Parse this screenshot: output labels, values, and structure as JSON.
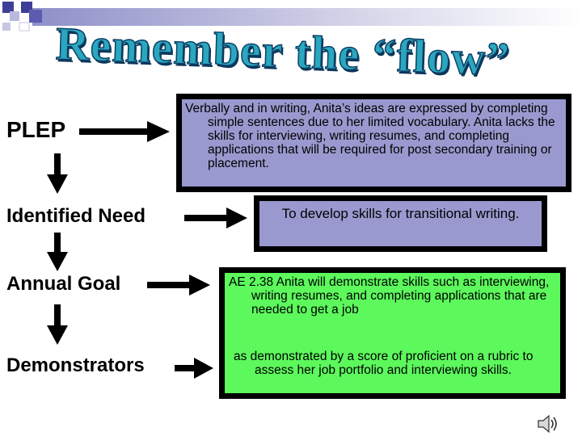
{
  "title": "Remember the “flow”",
  "colors": {
    "title_fill": "#2aa7bf",
    "title_outline": "#0e3f66",
    "purple_box": "#9a99cf",
    "green_box": "#5cf85c",
    "corner_squares": "#3e3e99"
  },
  "flow": {
    "plep_label": "PLEP",
    "need_label": "Identified Need",
    "goal_label": "Annual Goal",
    "demo_label": "Demonstrators"
  },
  "boxes": {
    "plep_text": "Verbally and in writing, Anita’s ideas are expressed by completing simple sentences due to her limited vocabulary.  Anita lacks the skills for interviewing, writing resumes, and completing applications that will be required for post secondary training or placement.",
    "need_text": "To develop skills for transitional writing.",
    "goal_text": "AE 2.38  Anita will demonstrate skills such as interviewing, writing resumes, and completing applications that are needed to get a job",
    "demo_text": "as demonstrated by a score of proficient on a rubric to assess her job portfolio and interviewing skills."
  },
  "icons": {
    "speaker": "speaker-icon"
  }
}
